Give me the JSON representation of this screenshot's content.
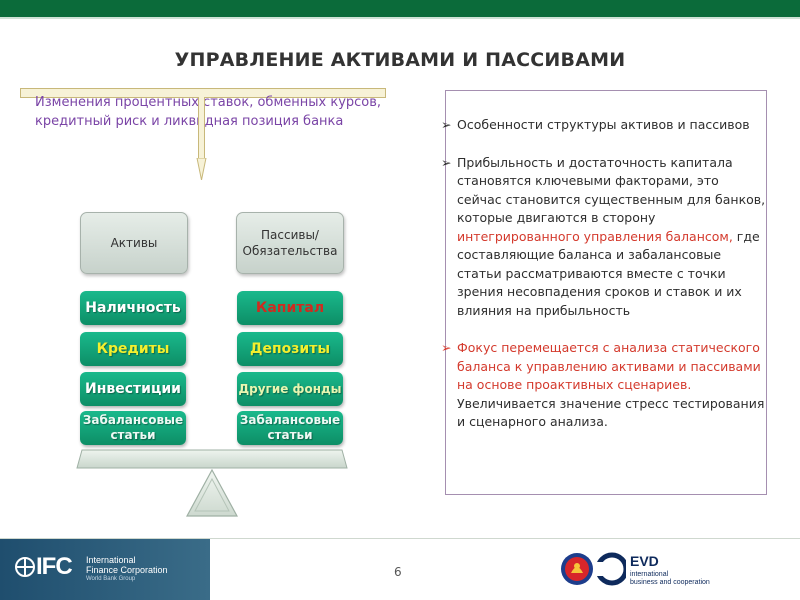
{
  "title": "УПРАВЛЕНИЕ АКТИВАМИ И  ПАССИВАМИ",
  "top_note": "Изменения процентных ставок, обменных курсов, кредитный риск и ликвидная позиция банка",
  "left_column": {
    "header": "Активы",
    "items": [
      "Наличность",
      "Кредиты",
      "Инвестиции",
      "Забалансовые статьи"
    ]
  },
  "right_column": {
    "header": "Пассивы/ Обязательства",
    "items": [
      "Капитал",
      "Депозиты",
      "Другие фонды",
      "Забалансовые статьи"
    ]
  },
  "panel": {
    "p1": "Особенности структуры активов и пассивов",
    "p2_a": "Прибыльность и достаточность капитала становятся ключевыми факторами, это сейчас становится существенным для банков, которые двигаются в сторону ",
    "p2_b": "интегрированного управления балансом,",
    "p2_c": " где составляющие баланса и забалансовые статьи рассматриваются вместе с точки зрения несовпадения сроков и ставок и их влияния на прибыльность",
    "p3_a": "Фокус перемещается с анализа статического баланса к управлению активами и пассивами на основе проактивных сценариев.",
    "p3_b": " Увеличивается значение стресс тестирования и сценарного анализа."
  },
  "footer": {
    "ifc_logo": "IFC",
    "ifc_name_1": "International",
    "ifc_name_2": "Finance Corporation",
    "ifc_sub": "World Bank Group",
    "page_number": "6",
    "evd_logo": "EVD",
    "evd_sub_1": "international",
    "evd_sub_2": "business and cooperation"
  },
  "colors": {
    "top_bar": "#0b6b3a",
    "pill": "#11a57a",
    "highlight": "#d43a2d",
    "note": "#7a44a6"
  },
  "icons": {
    "bullet": "arrow-bullet-icon",
    "ifc": "ifc-logo-icon",
    "finland": "finland-emblem-icon",
    "evd": "evd-logo-icon"
  }
}
